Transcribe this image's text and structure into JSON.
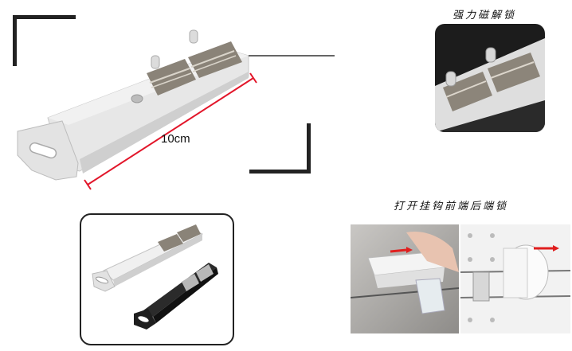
{
  "labels": {
    "magnet_unlock": "强力磁解锁",
    "hook_lock": "打开挂钩前端后端锁",
    "dimension": "10cm"
  },
  "colors": {
    "measure_line": "#e2162a",
    "arrow": "#e01e1e",
    "device_body": "#e4e4e4",
    "bracket": "#222222"
  }
}
